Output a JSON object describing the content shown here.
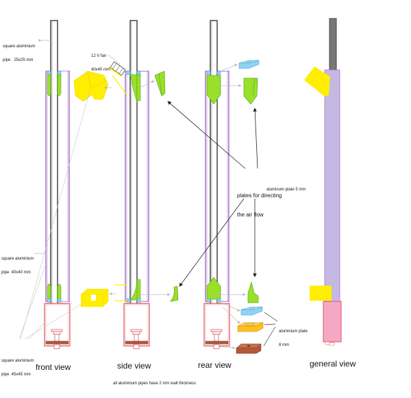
{
  "labels": {
    "pipe_25": [
      "square aluminium",
      "pipe   25x25 mm"
    ],
    "pipe_40": [
      "square aluminium",
      "pipe  40x40 mm"
    ],
    "pipe_45": [
      "square aluminium",
      "pipe  45x45 mm"
    ],
    "fan": [
      "12 V fan",
      "40x40 mm"
    ],
    "plates": [
      "plates for directing",
      "the air flow"
    ],
    "plate_5mm": "aluminum plate 5 mm",
    "plate_8mm": [
      "aluminium plate",
      "8 mm"
    ],
    "footnote": "all aluminium pipes have 2 mm wall thickness"
  },
  "views": {
    "front": "front view",
    "side": "side view",
    "rear": "rear view",
    "general": "general view"
  },
  "colors": {
    "inner_pipe": "#555555",
    "outer_pipe": "#c5b8e2",
    "outer_pipe_edge": "#b070c8",
    "base_pipe": "#e05060",
    "base_pipe_fill": "#f4a8c4",
    "yellow_part": "#ffee00",
    "green_plate": "#99e02a",
    "blue_plate": "#8fd3f0",
    "orange_plate": "#ffc020",
    "brown_plate": "#b05a3a"
  }
}
